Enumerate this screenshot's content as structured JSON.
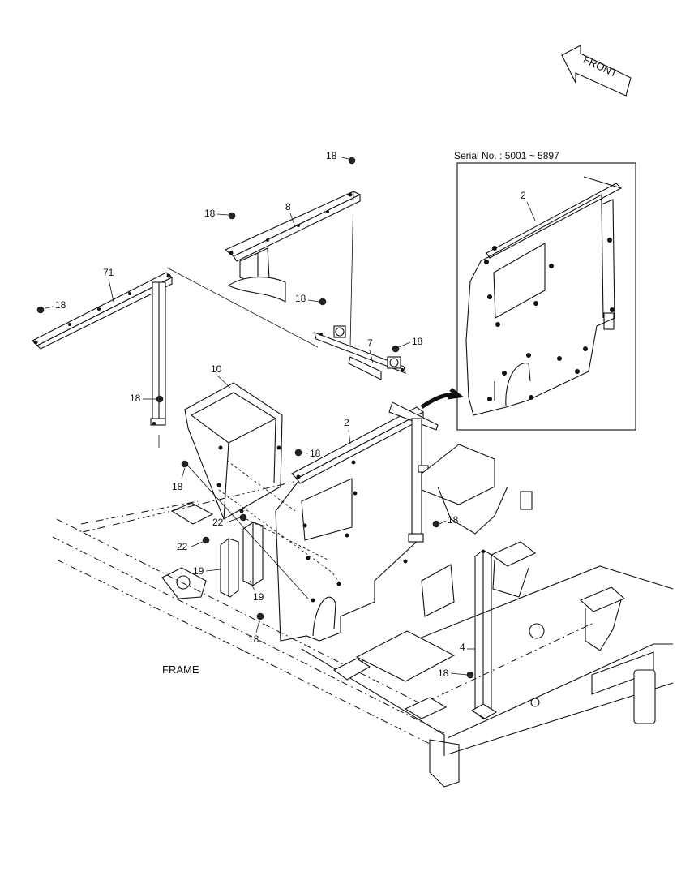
{
  "front_label": "FRONT",
  "serial_label": "Serial No. : 5001 ~ 5897",
  "frame_label": "FRAME",
  "callouts": {
    "c71": "71",
    "c8": "8",
    "c7": "7",
    "c10": "10",
    "c2": "2",
    "c2_inset": "2",
    "c4": "4",
    "c19a": "19",
    "c19b": "19",
    "c22a": "22",
    "c22b": "22",
    "c18_top": "18",
    "c18_8": "18",
    "c18_71": "18",
    "c18_7a": "18",
    "c18_7b": "18",
    "c18_post": "18",
    "c18_2": "18",
    "c18_10": "18",
    "c18_front": "18",
    "c18_4a": "18",
    "c18_4b": "18"
  }
}
